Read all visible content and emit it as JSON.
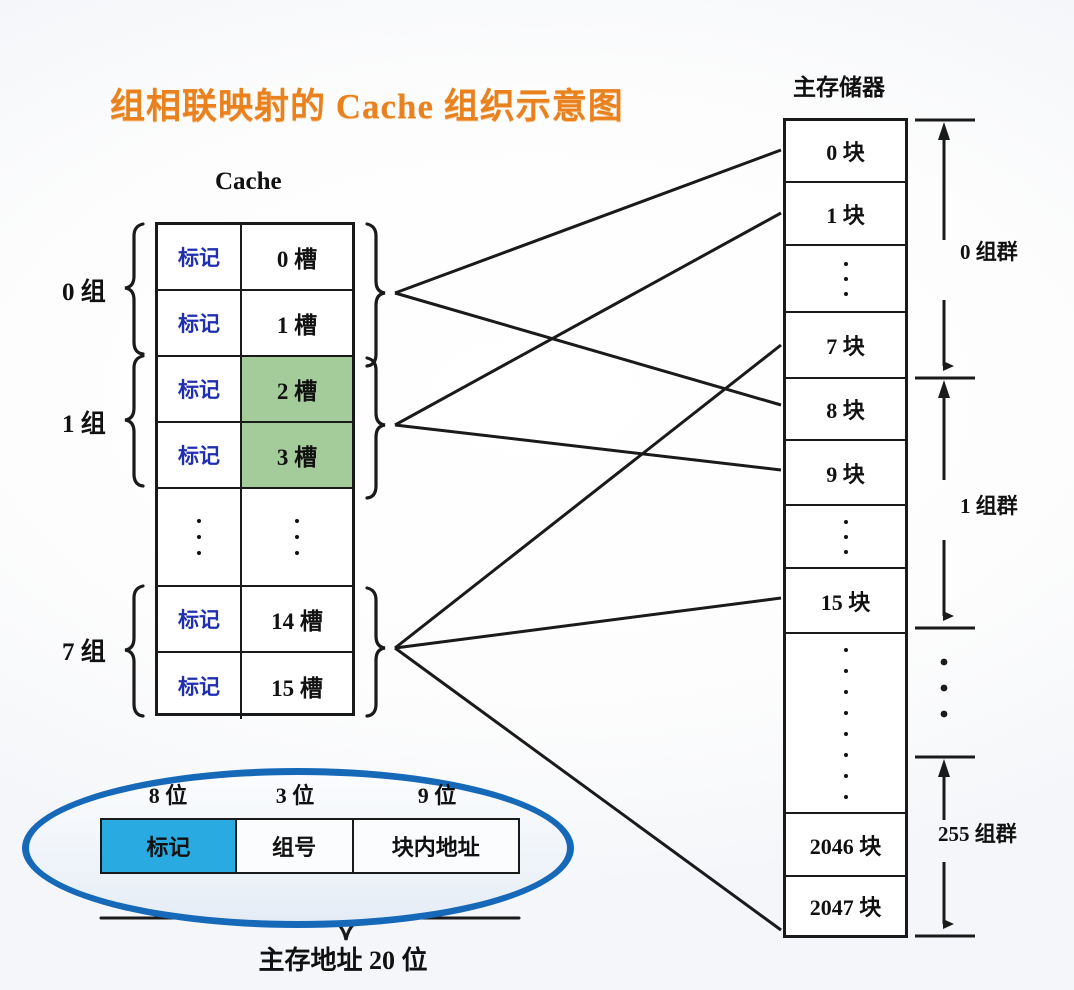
{
  "title": "组相联映射的 Cache 组织示意图",
  "cache": {
    "caption": "Cache",
    "tag_label": "标记",
    "rows": [
      {
        "tag": "标记",
        "slot": "0 槽",
        "highlight": false
      },
      {
        "tag": "标记",
        "slot": "1 槽",
        "highlight": false
      },
      {
        "tag": "标记",
        "slot": "2 槽",
        "highlight": true
      },
      {
        "tag": "标记",
        "slot": "3 槽",
        "highlight": true
      },
      {
        "tag": "dots",
        "slot": "dots",
        "highlight": false
      },
      {
        "tag": "标记",
        "slot": "14 槽",
        "highlight": false
      },
      {
        "tag": "标记",
        "slot": "15 槽",
        "highlight": false
      }
    ],
    "group_labels": [
      "0 组",
      "1 组",
      "7 组"
    ]
  },
  "memory": {
    "caption": "主存储器",
    "rows": [
      "0 块",
      "1 块",
      "dots",
      "7 块",
      "8 块",
      "9 块",
      "dots",
      "15 块",
      "dots",
      "2046 块",
      "2047 块"
    ],
    "range_labels": [
      "0 组群",
      "1 组群",
      "255 组群"
    ],
    "range_gap": "dots"
  },
  "address": {
    "bit_widths": [
      "8 位",
      "3 位",
      "9 位"
    ],
    "fields": [
      "标记",
      "组号",
      "块内地址"
    ],
    "total_label": "主存地址 20 位"
  },
  "colors": {
    "title": "#E8811E",
    "tag_text": "#1F2FB0",
    "highlight_green": "#A4CC9B",
    "oval_border": "#1668B8",
    "tag_field_fill": "#29ABE2",
    "line": "#1A1A1A"
  }
}
